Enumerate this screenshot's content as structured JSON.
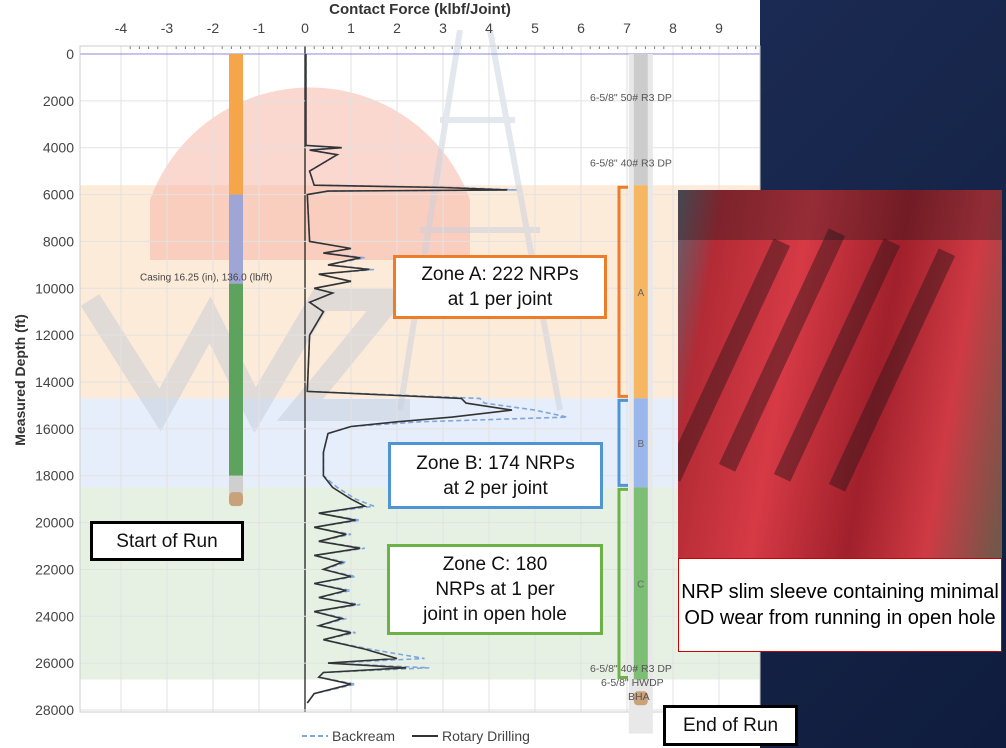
{
  "chart_data": {
    "type": "line",
    "title": "Contact Force (klbf/Joint)",
    "xlabel": "Contact Force (klbf/Joint)",
    "ylabel": "Measured Depth (ft)",
    "xlim": [
      -4.5,
      9.9
    ],
    "ylim": [
      0,
      28000
    ],
    "y_inverted": true,
    "xticks": [
      -4,
      -3,
      -2,
      -1,
      0,
      1,
      2,
      3,
      4,
      5,
      6,
      7,
      8,
      9
    ],
    "yticks": [
      0,
      2000,
      4000,
      6000,
      8000,
      10000,
      12000,
      14000,
      16000,
      18000,
      20000,
      22000,
      24000,
      26000,
      28000
    ],
    "grid": true,
    "legend": "bottom",
    "series": [
      {
        "name": "Backream",
        "color": "#7ea6dc",
        "dash": true,
        "depth": [
          0,
          3900,
          4000,
          4100,
          4300,
          5000,
          5600,
          5700,
          5800,
          5850,
          6000,
          8000,
          8300,
          8500,
          8700,
          9000,
          9200,
          9400,
          9700,
          10000,
          10200,
          10600,
          11000,
          12000,
          14400,
          14700,
          14900,
          15200,
          15500,
          15700,
          15900,
          16200,
          17000,
          18000,
          18500,
          19000,
          19300,
          19600,
          19900,
          20200,
          20500,
          20800,
          21100,
          21400,
          21700,
          22000,
          22300,
          22600,
          22900,
          23200,
          23500,
          23800,
          24100,
          24400,
          24700,
          25000,
          25400,
          25800,
          26000,
          26200,
          26400,
          26600,
          26900,
          27300,
          27700
        ],
        "force": [
          0.02,
          0.02,
          0.8,
          0.1,
          0.7,
          0.1,
          0.2,
          3.2,
          4.6,
          0.5,
          0.05,
          0.1,
          1.0,
          0.4,
          1.3,
          0.5,
          1.5,
          0.3,
          1.0,
          0.2,
          0.6,
          0.1,
          0.4,
          0.1,
          0.05,
          3.8,
          3.9,
          5.0,
          5.7,
          2.5,
          1.0,
          0.5,
          0.4,
          0.4,
          0.7,
          1.1,
          1.5,
          0.3,
          1.2,
          0.2,
          1.0,
          0.3,
          1.3,
          0.2,
          0.9,
          0.4,
          1.1,
          0.2,
          1.0,
          0.3,
          1.2,
          0.2,
          0.9,
          0.3,
          1.1,
          0.4,
          1.4,
          2.6,
          0.5,
          2.7,
          0.4,
          0.3,
          1.1,
          0.2,
          0.05
        ]
      },
      {
        "name": "Rotary Drilling",
        "color": "#333333",
        "dash": false,
        "depth": [
          0,
          3900,
          4000,
          4100,
          4300,
          5000,
          5600,
          5700,
          5800,
          5850,
          6000,
          8000,
          8300,
          8500,
          8700,
          9000,
          9200,
          9400,
          9700,
          10000,
          10200,
          10600,
          11000,
          12000,
          14400,
          14700,
          14900,
          15200,
          15500,
          15700,
          15900,
          16200,
          17000,
          18000,
          18500,
          19000,
          19300,
          19600,
          19900,
          20200,
          20500,
          20800,
          21100,
          21400,
          21700,
          22000,
          22300,
          22600,
          22900,
          23200,
          23500,
          23800,
          24100,
          24400,
          24700,
          25000,
          25400,
          25800,
          26000,
          26200,
          26400,
          26600,
          26900,
          27300,
          27700
        ],
        "force": [
          0.02,
          0.02,
          0.8,
          0.1,
          0.7,
          0.1,
          0.2,
          3.0,
          4.4,
          0.5,
          0.05,
          0.1,
          1.0,
          0.4,
          1.2,
          0.5,
          1.4,
          0.3,
          1.0,
          0.2,
          0.6,
          0.1,
          0.4,
          0.1,
          0.05,
          3.4,
          3.5,
          4.5,
          3.2,
          2.0,
          1.0,
          0.5,
          0.4,
          0.4,
          0.6,
          1.0,
          1.3,
          0.3,
          1.1,
          0.2,
          0.9,
          0.3,
          1.2,
          0.2,
          0.8,
          0.4,
          1.0,
          0.2,
          0.9,
          0.3,
          1.1,
          0.2,
          0.8,
          0.3,
          1.0,
          0.4,
          1.3,
          2.0,
          0.5,
          2.2,
          0.4,
          0.3,
          1.0,
          0.2,
          0.05
        ]
      }
    ],
    "left_string": {
      "position": -1.5,
      "segments": [
        {
          "from": 0,
          "to": 6000,
          "color": "#f5a54a"
        },
        {
          "from": 6000,
          "to": 9800,
          "color": "#9fa6d6"
        },
        {
          "from": 9800,
          "to": 18000,
          "color": "#5da35d"
        },
        {
          "from": 18000,
          "to": 18800,
          "color": "#cfcfcf"
        }
      ],
      "bha_depth": 19000,
      "casing_label": "Casing 16.25 (in), 136.0 (lb/ft)",
      "casing_depth": 9800
    },
    "right_string": {
      "position": 7.3,
      "segments": [
        {
          "from": 0,
          "to": 5600,
          "color": "#cccccc"
        },
        {
          "from": 5600,
          "to": 14700,
          "color": "#f7b661"
        },
        {
          "from": 14700,
          "to": 18500,
          "color": "#9ab7ec"
        },
        {
          "from": 18500,
          "to": 26700,
          "color": "#7cbf74"
        }
      ],
      "bha_depth": 27500,
      "labels": [
        {
          "text": "6-5/8\" 50# R3 DP",
          "depth": 2000
        },
        {
          "text": "6-5/8\" 40# R3 DP",
          "depth": 4800
        },
        {
          "text": "6-5/8\" 40# R3 DP",
          "depth": 26900
        },
        {
          "text": "6-5/8\" HWDP",
          "depth": 27200
        },
        {
          "text": "BHA",
          "depth": 27700
        }
      ]
    },
    "zones": [
      {
        "letter": "A",
        "from": 5600,
        "to": 14700,
        "fill": "#fdebd9",
        "color": "#ee7d2b",
        "label": "Zone A: 222 NRPs at 1 per joint"
      },
      {
        "letter": "B",
        "from": 14700,
        "to": 18500,
        "fill": "#e7eefb",
        "color": "#4f95d3",
        "label": "Zone B: 174 NRPs at 2 per joint"
      },
      {
        "letter": "C",
        "from": 18500,
        "to": 26700,
        "fill": "#e6f1e4",
        "color": "#6db246",
        "label": "Zone C: 180 NRPs at 1 per joint in open hole"
      }
    ]
  },
  "annotations": {
    "start": "Start of Run",
    "end": "End of Run",
    "caption": "NRP slim sleeve containing minimal OD wear from running in open hole"
  }
}
